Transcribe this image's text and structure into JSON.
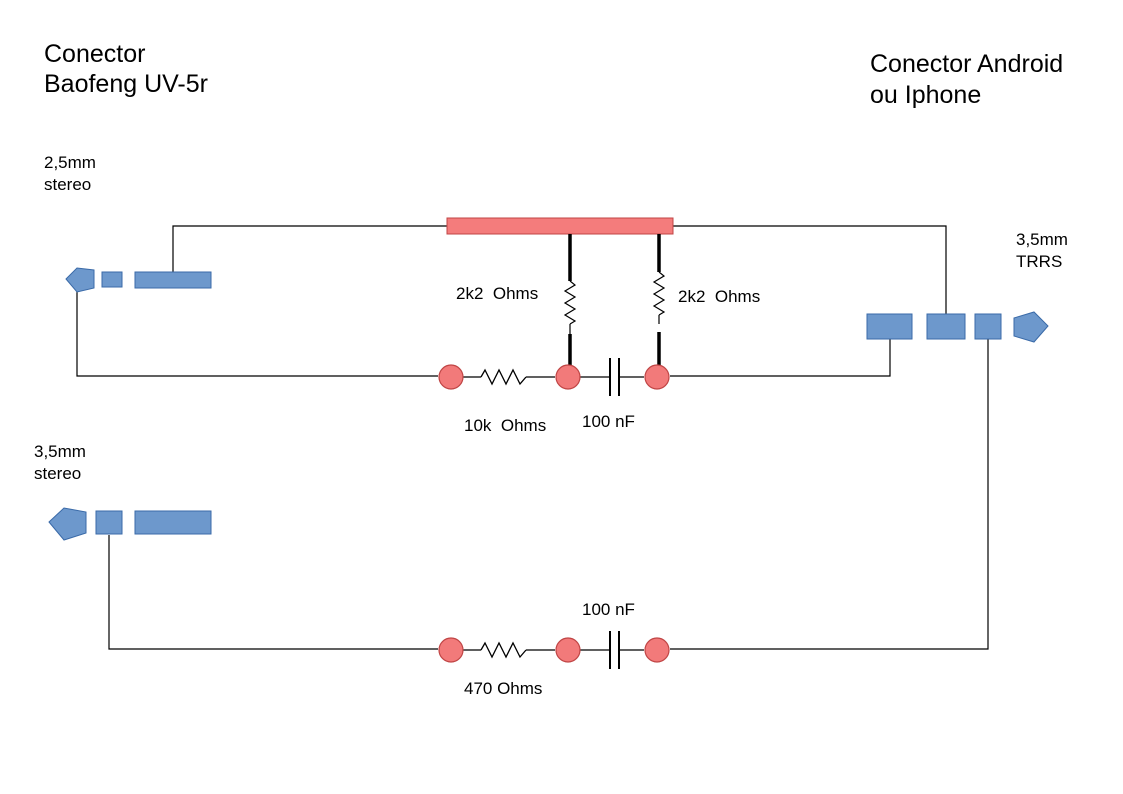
{
  "titles": {
    "left_line1": "Conector",
    "left_line2": "Baofeng UV-5r",
    "right_line1": "Conector Android",
    "right_line2": "ou Iphone"
  },
  "connectors": {
    "plug_25_line1": "2,5mm",
    "plug_25_line2": "stereo",
    "plug_35_line1": "3,5mm",
    "plug_35_line2": "stereo",
    "trrs_line1": "3,5mm",
    "trrs_line2": "TRRS"
  },
  "components": {
    "r_2k2_left": "2k2  Ohms",
    "r_2k2_right": "2k2  Ohms",
    "r_10k": "10k  Ohms",
    "c_top": "100 nF",
    "c_bottom": "100 nF",
    "r_470": "470 Ohms"
  },
  "colors": {
    "wire": "#000000",
    "connector_fill": "#6d98cc",
    "connector_stroke": "#3a6aa8",
    "node_fill": "#f27a7a",
    "node_stroke": "#c04545",
    "busbar_fill": "#f47c7c"
  }
}
